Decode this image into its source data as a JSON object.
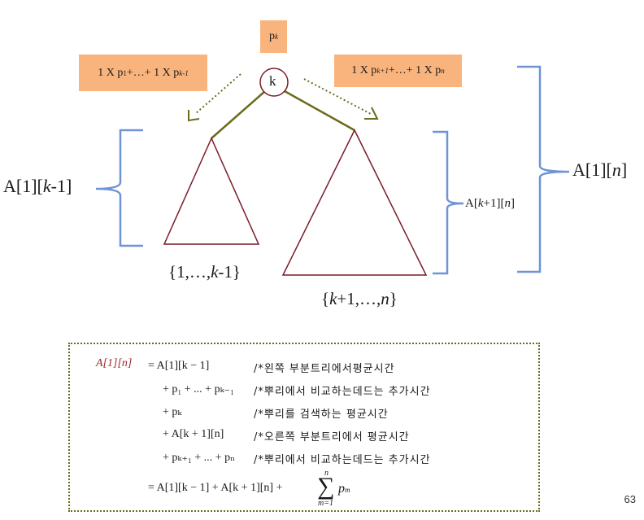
{
  "root_box": {
    "base": "p",
    "sub": "k"
  },
  "root_node": "k",
  "left_box": {
    "a": "1 X p",
    "a_sub": "1",
    "mid": "+…+ 1 X  p",
    "b_sub": "k-1"
  },
  "right_box": {
    "a": "1 X p",
    "a_sub": "k+1",
    "mid": "+…+ 1 X  p",
    "b_sub": "n"
  },
  "left_label": {
    "pre": "A[1][",
    "var": "k",
    "post": "-1]"
  },
  "right_inner_label": {
    "pre": "A[",
    "var": "k",
    "mid": "+1][",
    "var2": "n",
    "post": "]"
  },
  "right_outer_label": {
    "pre": "A[1][",
    "var": "n",
    "post": "]"
  },
  "left_set": {
    "pre": "{1,…,",
    "var": "k",
    "post": "-1}"
  },
  "right_set": {
    "pre": "{",
    "var": "k",
    "mid": "+1,…,",
    "var2": "n",
    "post": "}"
  },
  "formula": {
    "lhs": "A[1][n]",
    "rows": [
      {
        "expr": "= A[1][k − 1]",
        "comment": "/*왼쪽 부분트리에서평균시간"
      },
      {
        "expr": "+ p₁ + ... + pₖ₋₁",
        "comment": "/*뿌리에서 비교하는데드는 추가시간"
      },
      {
        "expr": "+ pₖ",
        "comment": "/*뿌리를 검색하는 평균시간"
      },
      {
        "expr": "+ A[k + 1][n]",
        "comment": "/*오른쪽 부분트리에서 평균시간"
      },
      {
        "expr": "+ pₖ₊₁ + ... + pₙ",
        "comment": "/*뿌리에서 비교하는데드는 추가시간"
      }
    ],
    "final_pre": "= A[1][k − 1] + A[k + 1][n] +",
    "sum_upper": "n",
    "sum_lower": "m=1",
    "sum_term": "p",
    "sum_term_sub": "m"
  },
  "page_number": "63",
  "colors": {
    "box": "#f9b47e",
    "olive": "#6b6b1a",
    "brace": "#6f93d6",
    "tree": "#7a1c2a"
  }
}
